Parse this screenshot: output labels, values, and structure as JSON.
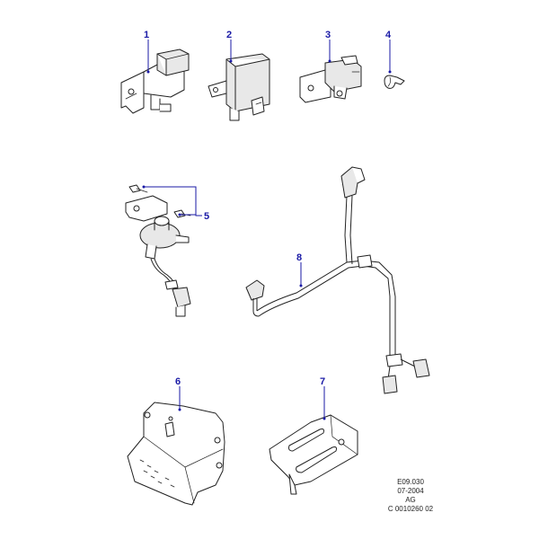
{
  "diagram": {
    "callouts": [
      {
        "id": "1",
        "label": "1"
      },
      {
        "id": "2",
        "label": "2"
      },
      {
        "id": "3",
        "label": "3"
      },
      {
        "id": "4",
        "label": "4"
      },
      {
        "id": "5",
        "label": "5"
      },
      {
        "id": "6",
        "label": "6"
      },
      {
        "id": "7",
        "label": "7"
      },
      {
        "id": "8",
        "label": "8"
      }
    ]
  },
  "reference": {
    "line1": "E09.030",
    "line2": "07-2004",
    "line3": "AG",
    "line4": "C 0010260 02"
  }
}
